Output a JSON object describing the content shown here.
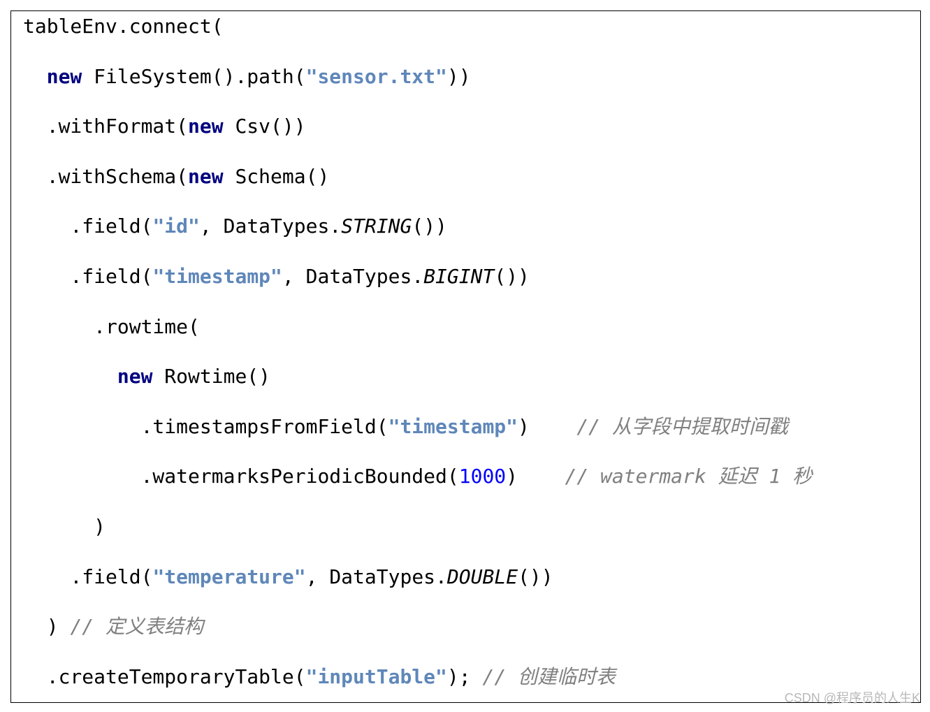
{
  "code": {
    "lines": [
      {
        "indent": "",
        "tokens": [
          {
            "t": "tableEnv.connect(",
            "c": "plain"
          }
        ]
      },
      {
        "indent": "  ",
        "tokens": [
          {
            "t": "new",
            "c": "kw"
          },
          {
            "t": " FileSystem().path(",
            "c": "plain"
          },
          {
            "t": "\"sensor.txt\"",
            "c": "str"
          },
          {
            "t": "))",
            "c": "plain"
          }
        ]
      },
      {
        "indent": "  ",
        "tokens": [
          {
            "t": ".withFormat(",
            "c": "plain"
          },
          {
            "t": "new",
            "c": "kw"
          },
          {
            "t": " Csv())",
            "c": "plain"
          }
        ]
      },
      {
        "indent": "  ",
        "tokens": [
          {
            "t": ".withSchema(",
            "c": "plain"
          },
          {
            "t": "new",
            "c": "kw"
          },
          {
            "t": " Schema()",
            "c": "plain"
          }
        ]
      },
      {
        "indent": "    ",
        "tokens": [
          {
            "t": ".field(",
            "c": "plain"
          },
          {
            "t": "\"id\"",
            "c": "str"
          },
          {
            "t": ", DataTypes.",
            "c": "plain"
          },
          {
            "t": "STRING",
            "c": "it"
          },
          {
            "t": "())",
            "c": "plain"
          }
        ]
      },
      {
        "indent": "    ",
        "tokens": [
          {
            "t": ".field(",
            "c": "plain"
          },
          {
            "t": "\"timestamp\"",
            "c": "str"
          },
          {
            "t": ", DataTypes.",
            "c": "plain"
          },
          {
            "t": "BIGINT",
            "c": "it"
          },
          {
            "t": "())",
            "c": "plain"
          }
        ]
      },
      {
        "indent": "      ",
        "tokens": [
          {
            "t": ".rowtime(",
            "c": "plain"
          }
        ]
      },
      {
        "indent": "        ",
        "tokens": [
          {
            "t": "new",
            "c": "kw"
          },
          {
            "t": " Rowtime()",
            "c": "plain"
          }
        ]
      },
      {
        "indent": "          ",
        "tokens": [
          {
            "t": ".timestampsFromField(",
            "c": "plain"
          },
          {
            "t": "\"timestamp\"",
            "c": "str"
          },
          {
            "t": ")    ",
            "c": "plain"
          },
          {
            "t": "// 从字段中提取时间戳",
            "c": "cm"
          }
        ]
      },
      {
        "indent": "          ",
        "tokens": [
          {
            "t": ".watermarksPeriodicBounded(",
            "c": "plain"
          },
          {
            "t": "1000",
            "c": "num"
          },
          {
            "t": ")    ",
            "c": "plain"
          },
          {
            "t": "// watermark 延迟 1 秒",
            "c": "cm"
          }
        ]
      },
      {
        "indent": "      ",
        "tokens": [
          {
            "t": ")",
            "c": "plain"
          }
        ]
      },
      {
        "indent": "    ",
        "tokens": [
          {
            "t": ".field(",
            "c": "plain"
          },
          {
            "t": "\"temperature\"",
            "c": "str"
          },
          {
            "t": ", DataTypes.",
            "c": "plain"
          },
          {
            "t": "DOUBLE",
            "c": "it"
          },
          {
            "t": "())",
            "c": "plain"
          }
        ]
      },
      {
        "indent": "  ",
        "tokens": [
          {
            "t": ") ",
            "c": "plain"
          },
          {
            "t": "// 定义表结构",
            "c": "cm"
          }
        ]
      },
      {
        "indent": "  ",
        "tokens": [
          {
            "t": ".createTemporaryTable(",
            "c": "plain"
          },
          {
            "t": "\"inputTable\"",
            "c": "str"
          },
          {
            "t": "); ",
            "c": "plain"
          },
          {
            "t": "// 创建临时表",
            "c": "cm"
          }
        ]
      }
    ]
  },
  "watermark": "CSDN @程序员的人生K",
  "colors": {
    "keyword": "#000080",
    "string": "#5f87b9",
    "number": "#0000ff",
    "comment": "#808080"
  }
}
